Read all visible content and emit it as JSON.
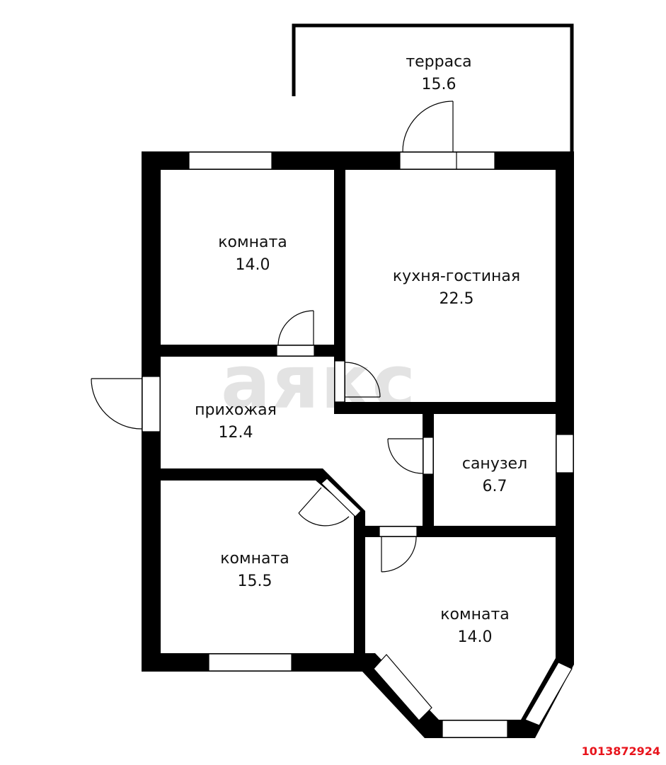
{
  "plan": {
    "watermark": "аякс",
    "listing_id": "1013872924",
    "colors": {
      "wall": "#000000",
      "background": "#ffffff",
      "text": "#111111",
      "watermark": "#e3e3e3",
      "listing_id": "#e8141c"
    },
    "rooms": [
      {
        "id": "terrace",
        "name": "терраса",
        "area": "15.6"
      },
      {
        "id": "room-1",
        "name": "комната",
        "area": "14.0"
      },
      {
        "id": "kitchen-living",
        "name": "кухня-гостиная",
        "area": "22.5"
      },
      {
        "id": "hallway",
        "name": "прихожая",
        "area": "12.4"
      },
      {
        "id": "bathroom",
        "name": "санузел",
        "area": "6.7"
      },
      {
        "id": "room-2",
        "name": "комната",
        "area": "15.5"
      },
      {
        "id": "room-3",
        "name": "комната",
        "area": "14.0"
      }
    ]
  }
}
